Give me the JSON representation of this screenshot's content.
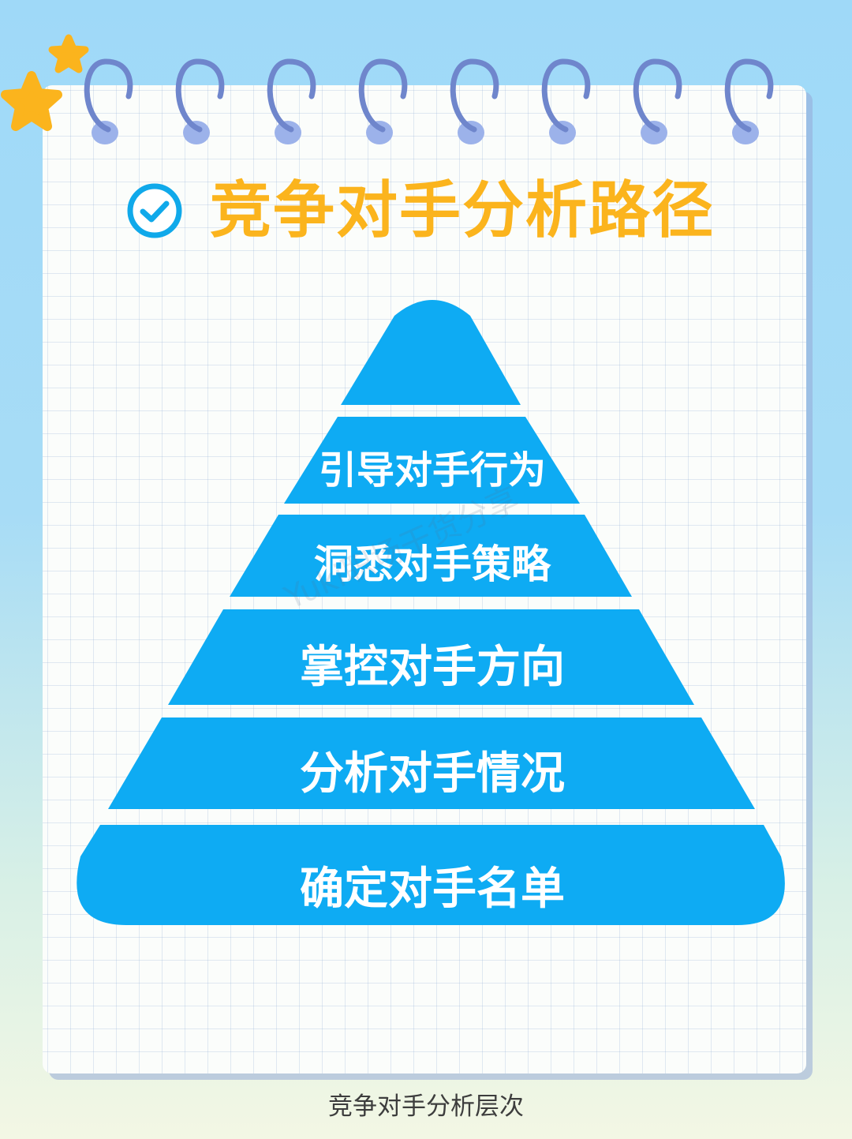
{
  "title": "竞争对手分析路径",
  "pyramid": {
    "tiers": [
      {
        "label": ""
      },
      {
        "label": "引导对手行为"
      },
      {
        "label": "洞悉对手策略"
      },
      {
        "label": "掌控对手方向"
      },
      {
        "label": "分析对手情况"
      },
      {
        "label": "确定对手名单"
      }
    ]
  },
  "watermark": "Yuki职场干货分享",
  "caption": "竞争对手分析层次",
  "colors": {
    "title": "#fbb41d",
    "pyramid": "#0eabf3",
    "check_icon": "#10a9ea",
    "star": "#fbb41d",
    "ring": "#6f86cc",
    "hole": "#9cb2ea"
  },
  "icons": {
    "title_icon": "check-circle-icon",
    "decorations": [
      "star-icon",
      "spiral-ring-icon"
    ]
  }
}
